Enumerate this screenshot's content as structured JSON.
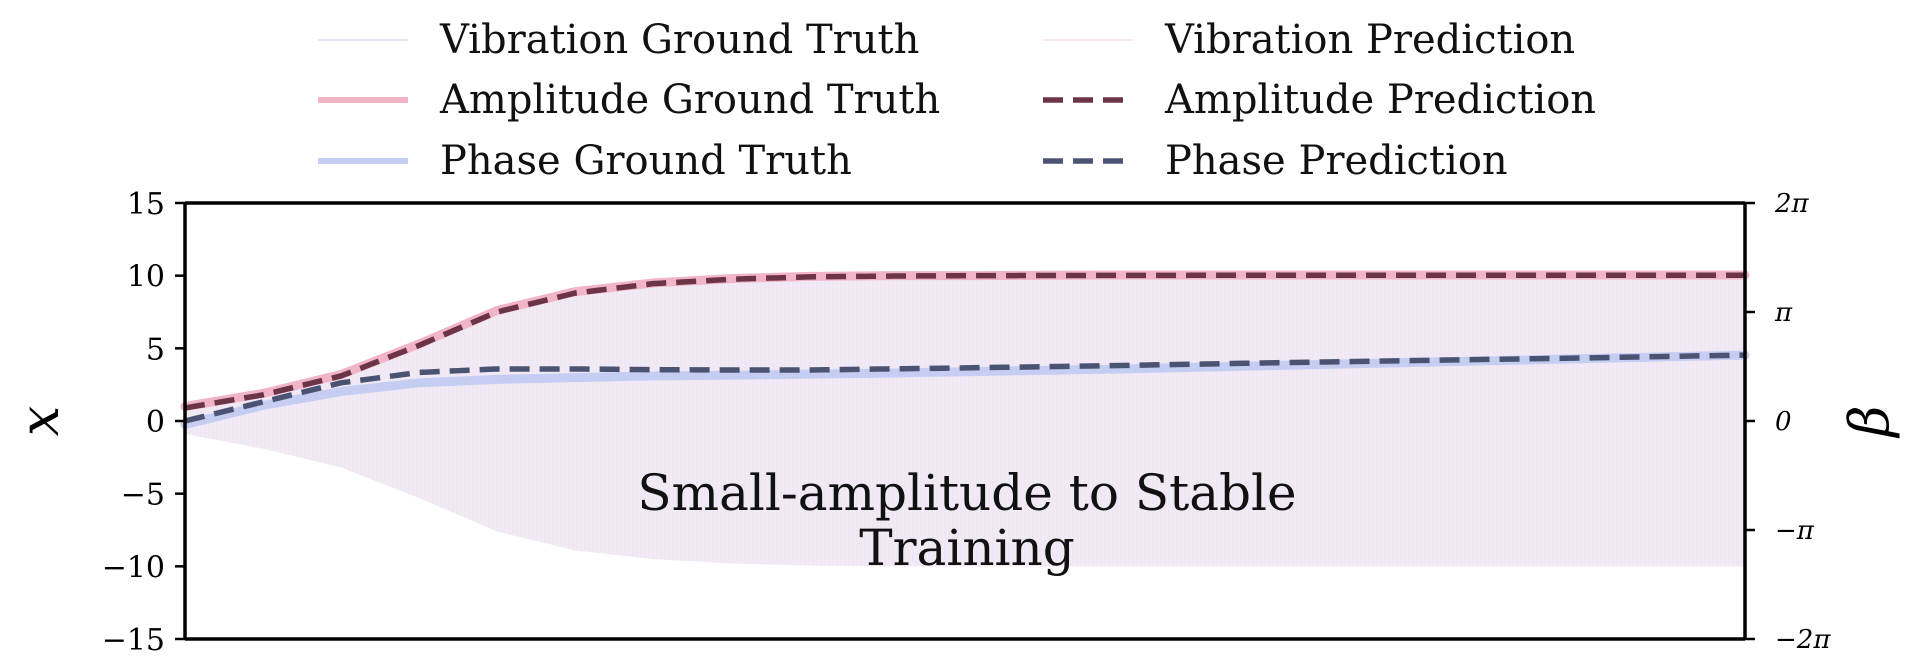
{
  "chart_data": {
    "type": "line",
    "annotation": [
      "Small-amplitude to Stable",
      "Training"
    ],
    "xlabel": "",
    "ylabel": "x",
    "ylabel_right": "β",
    "ylim": [
      -15,
      15
    ],
    "yticks": [
      15,
      10,
      5,
      0,
      -5,
      -10,
      -15
    ],
    "ytick_labels": [
      "15",
      "10",
      "5",
      "0",
      "−5",
      "−10",
      "−15"
    ],
    "ylim_right": [
      -6.2832,
      6.2832
    ],
    "yticks_right": [
      6.2832,
      3.1416,
      0,
      -3.1416,
      -6.2832
    ],
    "ytick_labels_right": [
      "2π",
      "π",
      "0",
      "−π",
      "−2π"
    ],
    "xlim": [
      0,
      1
    ],
    "grid": false,
    "legend_position": "top",
    "x": [
      0,
      0.05,
      0.1,
      0.15,
      0.2,
      0.25,
      0.3,
      0.35,
      0.4,
      0.45,
      0.5,
      0.6,
      0.7,
      0.8,
      0.9,
      1.0
    ],
    "series": [
      {
        "name": "Vibration Ground Truth",
        "axis": "left",
        "kind": "oscillation",
        "color": "#b8a8e0",
        "envelope": [
          0.9,
          1.9,
          3.2,
          5.3,
          7.6,
          8.9,
          9.5,
          9.8,
          9.95,
          10.0,
          10.0,
          10.0,
          10.0,
          10.0,
          10.0,
          10.0
        ]
      },
      {
        "name": "Vibration Prediction",
        "axis": "left",
        "kind": "oscillation",
        "color": "#f2b8c8"
      },
      {
        "name": "Amplitude Ground Truth",
        "axis": "left",
        "kind": "solid",
        "color": "#f2b5c8",
        "values": [
          1.0,
          1.9,
          3.2,
          5.3,
          7.6,
          8.9,
          9.5,
          9.8,
          9.95,
          10.0,
          10.0,
          10.05,
          10.05,
          10.05,
          10.05,
          10.05
        ]
      },
      {
        "name": "Amplitude Prediction",
        "axis": "left",
        "kind": "dashed",
        "color": "#6b3447",
        "values": [
          0.9,
          1.8,
          3.1,
          5.2,
          7.5,
          8.8,
          9.45,
          9.75,
          9.92,
          9.97,
          10.0,
          10.02,
          10.03,
          10.03,
          10.03,
          10.03
        ]
      },
      {
        "name": "Phase Ground Truth",
        "axis": "right",
        "kind": "solid",
        "color": "#c5cef2",
        "values": [
          -0.1,
          0.45,
          0.85,
          1.1,
          1.2,
          1.25,
          1.3,
          1.32,
          1.35,
          1.38,
          1.42,
          1.5,
          1.6,
          1.7,
          1.8,
          1.9
        ]
      },
      {
        "name": "Phase Prediction",
        "axis": "right",
        "kind": "dashed",
        "color": "#4a5472",
        "values": [
          0.0,
          0.55,
          1.1,
          1.4,
          1.5,
          1.5,
          1.48,
          1.47,
          1.47,
          1.5,
          1.53,
          1.6,
          1.68,
          1.75,
          1.82,
          1.9
        ]
      }
    ],
    "legend": [
      {
        "label": "Vibration Ground Truth",
        "color": "#e8e6f4",
        "style": "solid"
      },
      {
        "label": "Vibration Prediction",
        "color": "#f6e8ee",
        "style": "solid"
      },
      {
        "label": "Amplitude Ground Truth",
        "color": "#f2b5c8",
        "style": "solid"
      },
      {
        "label": "Amplitude Prediction",
        "color": "#6b3447",
        "style": "dashed"
      },
      {
        "label": "Phase Ground Truth",
        "color": "#c5cef2",
        "style": "solid"
      },
      {
        "label": "Phase Prediction",
        "color": "#4a5472",
        "style": "dashed"
      }
    ]
  }
}
